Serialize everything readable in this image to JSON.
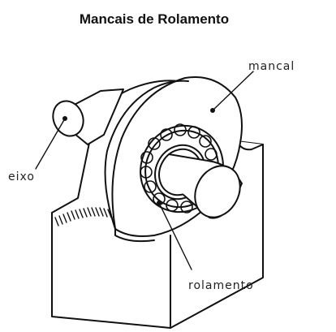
{
  "title": "Mancais de Rolamento",
  "labels": {
    "housing": "mancal",
    "shaft": "eixo",
    "bearing": "rolamento"
  }
}
